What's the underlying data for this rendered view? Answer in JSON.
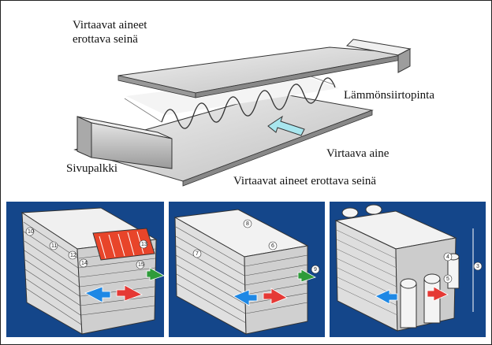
{
  "labels": {
    "separating_wall_top": "Virtaavat aineet\nerottava seinä",
    "heat_transfer_surface": "Lämmönsiirtopinta",
    "flowing_medium": "Virtaava aine",
    "side_bar": "Sivupalkki",
    "separating_wall_bottom": "Virtaavat aineet erottava seinä"
  },
  "panels": [
    {
      "name": "core-cutaway",
      "numbers": [
        "10",
        "11",
        "12",
        "13",
        "14",
        "15"
      ]
    },
    {
      "name": "core-stacked",
      "numbers": [
        "6",
        "7",
        "8",
        "9"
      ]
    },
    {
      "name": "core-with-headers",
      "numbers": [
        "3",
        "4",
        "5"
      ]
    }
  ],
  "colors": {
    "panel_bg": "#14468a",
    "flow_arrow": "#a8e6ee",
    "arrow_blue": "#1e88e5",
    "arrow_red": "#e53935",
    "arrow_green": "#2e9b3a",
    "fins_hot": "#e8452a"
  }
}
